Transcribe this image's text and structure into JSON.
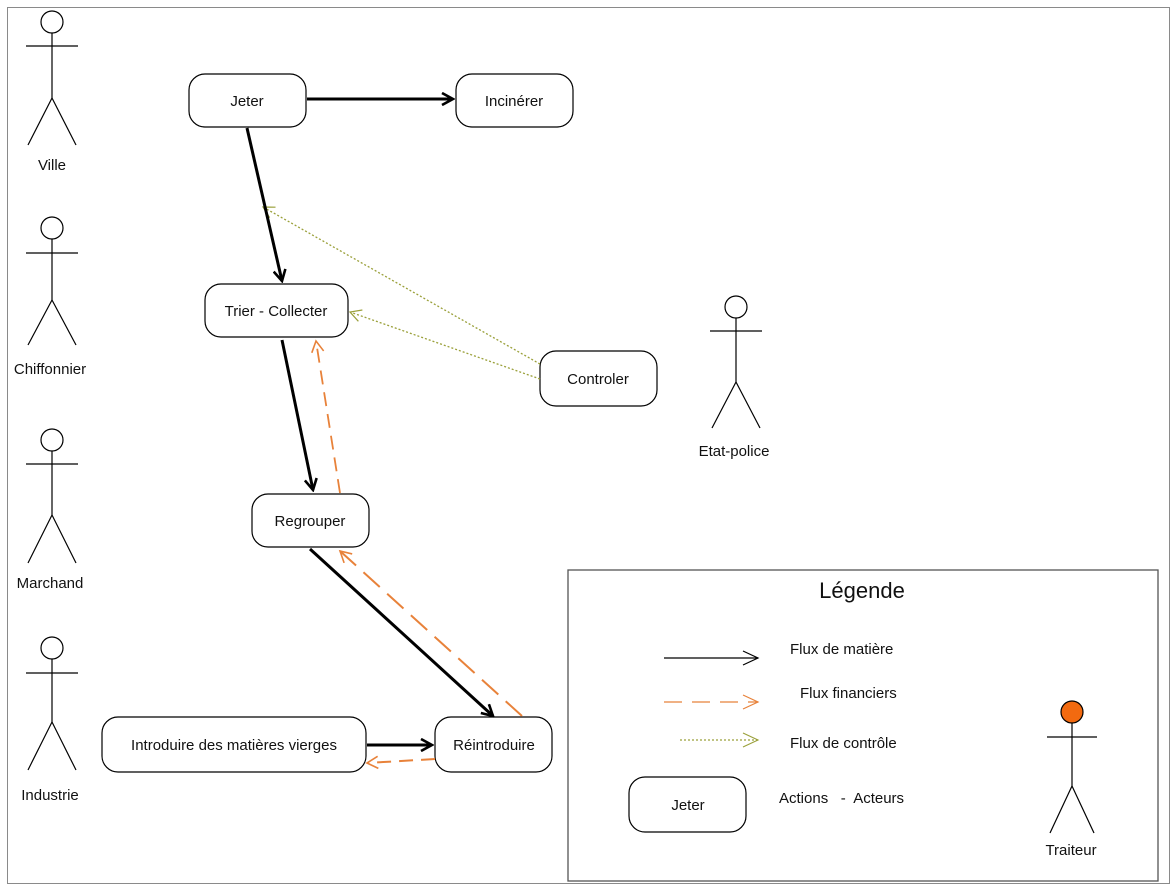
{
  "diagram": {
    "actors": {
      "ville": "Ville",
      "chiffonnier": "Chiffonnier",
      "marchand": "Marchand",
      "industrie": "Industrie",
      "etat_police": "Etat-police"
    },
    "actions": {
      "jeter": "Jeter",
      "inciner": "Incinérer",
      "trier_collecter": "Trier - Collecter",
      "controler": "Controler",
      "regrouper": "Regrouper",
      "reintroduire": "Réintroduire",
      "introduire": "Introduire des matières vierges"
    }
  },
  "legend": {
    "title": "Légende",
    "flux_matiere": "Flux de matière",
    "flux_financiers": "Flux financiers",
    "flux_controle": "Flux de contrôle",
    "sample_action": "Jeter",
    "actions_acteurs": "Actions   -  Acteurs",
    "traiteur": "Traiteur"
  },
  "colors": {
    "matiere": "#000000",
    "financier": "#e8823a",
    "controle": "#9aa03a",
    "traiteur_head": "#f26a10"
  }
}
